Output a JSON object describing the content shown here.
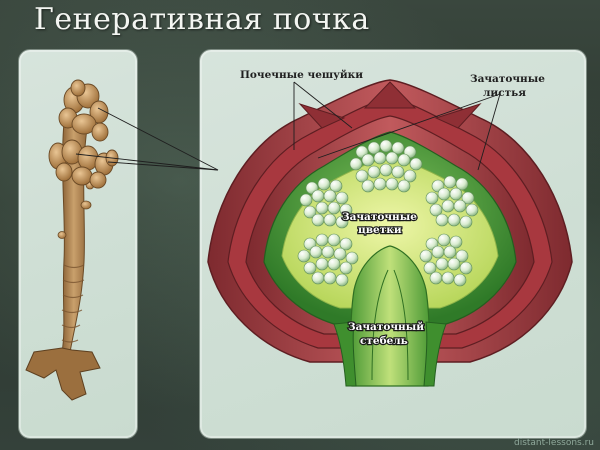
{
  "title": "Генеративная почка",
  "labels": {
    "scales": "Почечные чешуйки",
    "leaves_1": "Зачаточные",
    "leaves_2": "листья",
    "flowers_1": "Зачаточные",
    "flowers_2": "цветки",
    "stem_1": "Зачаточный",
    "stem_2": "стебель"
  },
  "watermark": "distant-lessons.ru",
  "colors": {
    "scale_red": "#b5444a",
    "scale_dark": "#7e2a2f",
    "leaf_green": "#3f8f2e",
    "inner_yellow_green": "#c7e06a",
    "flower_bead": "#e6f2dc",
    "twig_brown": "#b98d5a"
  }
}
